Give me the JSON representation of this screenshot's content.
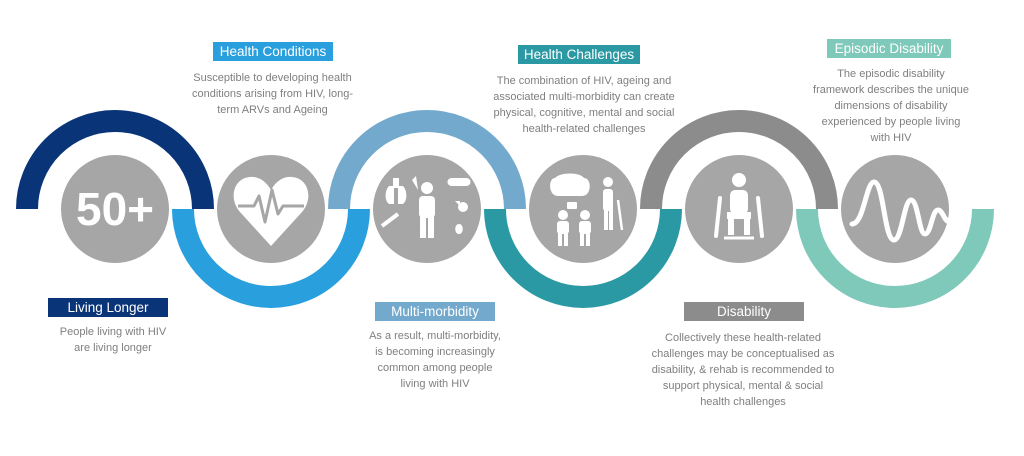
{
  "colors": {
    "living_longer": "#0a3478",
    "health_conditions": "#2a9fde",
    "multi_morbidity": "#73a9cd",
    "health_challenges": "#2b99a3",
    "disability": "#8c8c8c",
    "episodic_disability": "#7ec9b9",
    "circle": "#a6a6a6",
    "text": "#7f7f7f"
  },
  "stages": [
    {
      "title": "Living Longer",
      "icon": "fifty-plus-icon",
      "icon_text": "50+",
      "description": [
        "People living with HIV",
        "are living longer"
      ]
    },
    {
      "title": "Health Conditions",
      "icon": "heart-pulse-icon",
      "description": [
        "Susceptible to developing health",
        "conditions arising from HIV, long-",
        "term ARVs and Ageing"
      ]
    },
    {
      "title": "Multi-morbidity",
      "icon": "multi-morbidity-icon",
      "description": [
        "As a result, multi-morbidity,",
        "is becoming increasingly",
        "common among people",
        "living with HIV"
      ]
    },
    {
      "title": "Health Challenges",
      "icon": "health-challenges-icon",
      "description": [
        "The combination of HIV, ageing and",
        "associated multi-morbidity  can create",
        "physical, cognitive, mental and social",
        "health-related  challenges"
      ]
    },
    {
      "title": "Disability",
      "icon": "wheelchair-icon",
      "description": [
        "Collectively these health-related",
        "challenges  may be conceptualised as",
        "disability, & rehab is recommended to",
        "support physical, mental & social",
        "health challenges"
      ]
    },
    {
      "title": "Episodic Disability",
      "icon": "wave-icon",
      "description": [
        "The episodic disability",
        "framework describes the unique",
        "dimensions of disability",
        "experienced by people living",
        "with HIV"
      ]
    }
  ]
}
